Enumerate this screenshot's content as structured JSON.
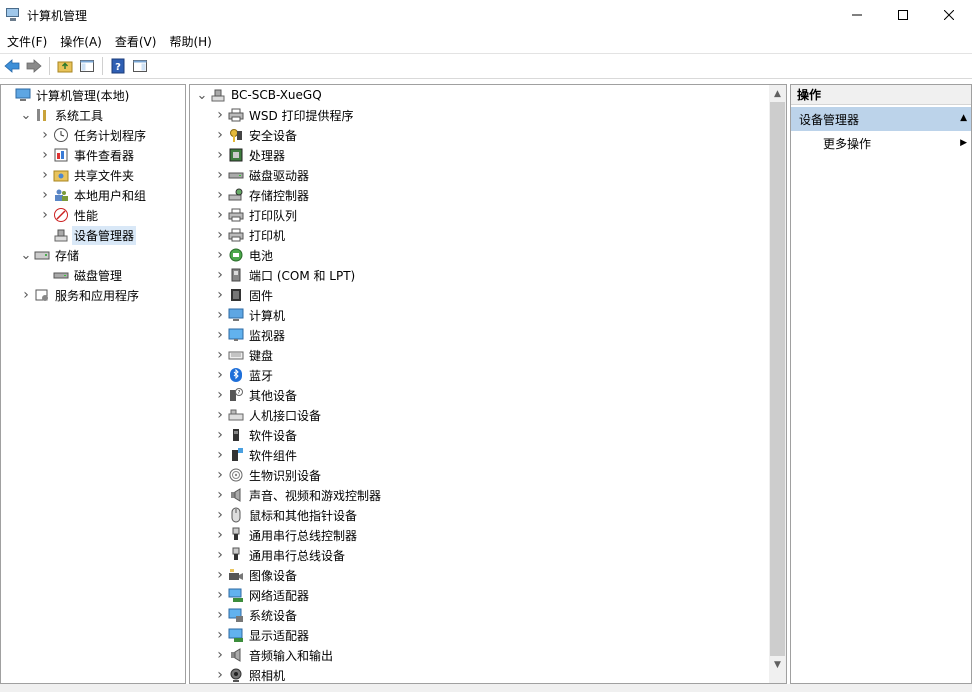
{
  "window": {
    "title": "计算机管理",
    "minimize_icon": "minimize-icon",
    "maximize_icon": "maximize-icon",
    "close_icon": "close-icon"
  },
  "menu": [
    "文件(F)",
    "操作(A)",
    "查看(V)",
    "帮助(H)"
  ],
  "left_tree": [
    {
      "label": "计算机管理(本地)",
      "level": 0,
      "expander": "",
      "icon": "computer-management-icon"
    },
    {
      "label": "系统工具",
      "level": 1,
      "expander": "open",
      "icon": "tools-icon"
    },
    {
      "label": "任务计划程序",
      "level": 2,
      "expander": "closed",
      "icon": "clock-icon"
    },
    {
      "label": "事件查看器",
      "level": 2,
      "expander": "closed",
      "icon": "event-viewer-icon"
    },
    {
      "label": "共享文件夹",
      "level": 2,
      "expander": "closed",
      "icon": "shared-folder-icon"
    },
    {
      "label": "本地用户和组",
      "level": 2,
      "expander": "closed",
      "icon": "users-icon"
    },
    {
      "label": "性能",
      "level": 2,
      "expander": "closed",
      "icon": "performance-icon"
    },
    {
      "label": "设备管理器",
      "level": 2,
      "expander": "",
      "icon": "device-manager-icon",
      "selected": true
    },
    {
      "label": "存储",
      "level": 1,
      "expander": "open",
      "icon": "storage-icon"
    },
    {
      "label": "磁盘管理",
      "level": 2,
      "expander": "",
      "icon": "disk-icon"
    },
    {
      "label": "服务和应用程序",
      "level": 1,
      "expander": "closed",
      "icon": "services-icon"
    }
  ],
  "device_tree": {
    "root": "BC-SCB-XueGQ",
    "items": [
      {
        "label": "WSD 打印提供程序",
        "icon": "printer-icon"
      },
      {
        "label": "安全设备",
        "icon": "security-key-icon"
      },
      {
        "label": "处理器",
        "icon": "processor-icon"
      },
      {
        "label": "磁盘驱动器",
        "icon": "disk-drive-icon"
      },
      {
        "label": "存储控制器",
        "icon": "storage-controller-icon"
      },
      {
        "label": "打印队列",
        "icon": "print-queue-icon"
      },
      {
        "label": "打印机",
        "icon": "printer-icon"
      },
      {
        "label": "电池",
        "icon": "battery-icon"
      },
      {
        "label": "端口 (COM 和 LPT)",
        "icon": "port-icon"
      },
      {
        "label": "固件",
        "icon": "firmware-icon"
      },
      {
        "label": "计算机",
        "icon": "computer-icon"
      },
      {
        "label": "监视器",
        "icon": "monitor-icon"
      },
      {
        "label": "键盘",
        "icon": "keyboard-icon"
      },
      {
        "label": "蓝牙",
        "icon": "bluetooth-icon"
      },
      {
        "label": "其他设备",
        "icon": "other-devices-icon"
      },
      {
        "label": "人机接口设备",
        "icon": "hid-icon"
      },
      {
        "label": "软件设备",
        "icon": "software-device-icon"
      },
      {
        "label": "软件组件",
        "icon": "software-component-icon"
      },
      {
        "label": "生物识别设备",
        "icon": "fingerprint-icon"
      },
      {
        "label": "声音、视频和游戏控制器",
        "icon": "speaker-icon"
      },
      {
        "label": "鼠标和其他指针设备",
        "icon": "mouse-icon"
      },
      {
        "label": "通用串行总线控制器",
        "icon": "usb-icon"
      },
      {
        "label": "通用串行总线设备",
        "icon": "usb-icon"
      },
      {
        "label": "图像设备",
        "icon": "camera-icon"
      },
      {
        "label": "网络适配器",
        "icon": "network-adapter-icon"
      },
      {
        "label": "系统设备",
        "icon": "system-device-icon"
      },
      {
        "label": "显示适配器",
        "icon": "display-adapter-icon"
      },
      {
        "label": "音频输入和输出",
        "icon": "audio-io-icon"
      },
      {
        "label": "照相机",
        "icon": "webcam-icon"
      }
    ]
  },
  "actions": {
    "header": "操作",
    "section": "设备管理器",
    "items": [
      "更多操作"
    ]
  },
  "colors": {
    "selection": "#d9e8f7",
    "action_section": "#bcd3ea"
  }
}
